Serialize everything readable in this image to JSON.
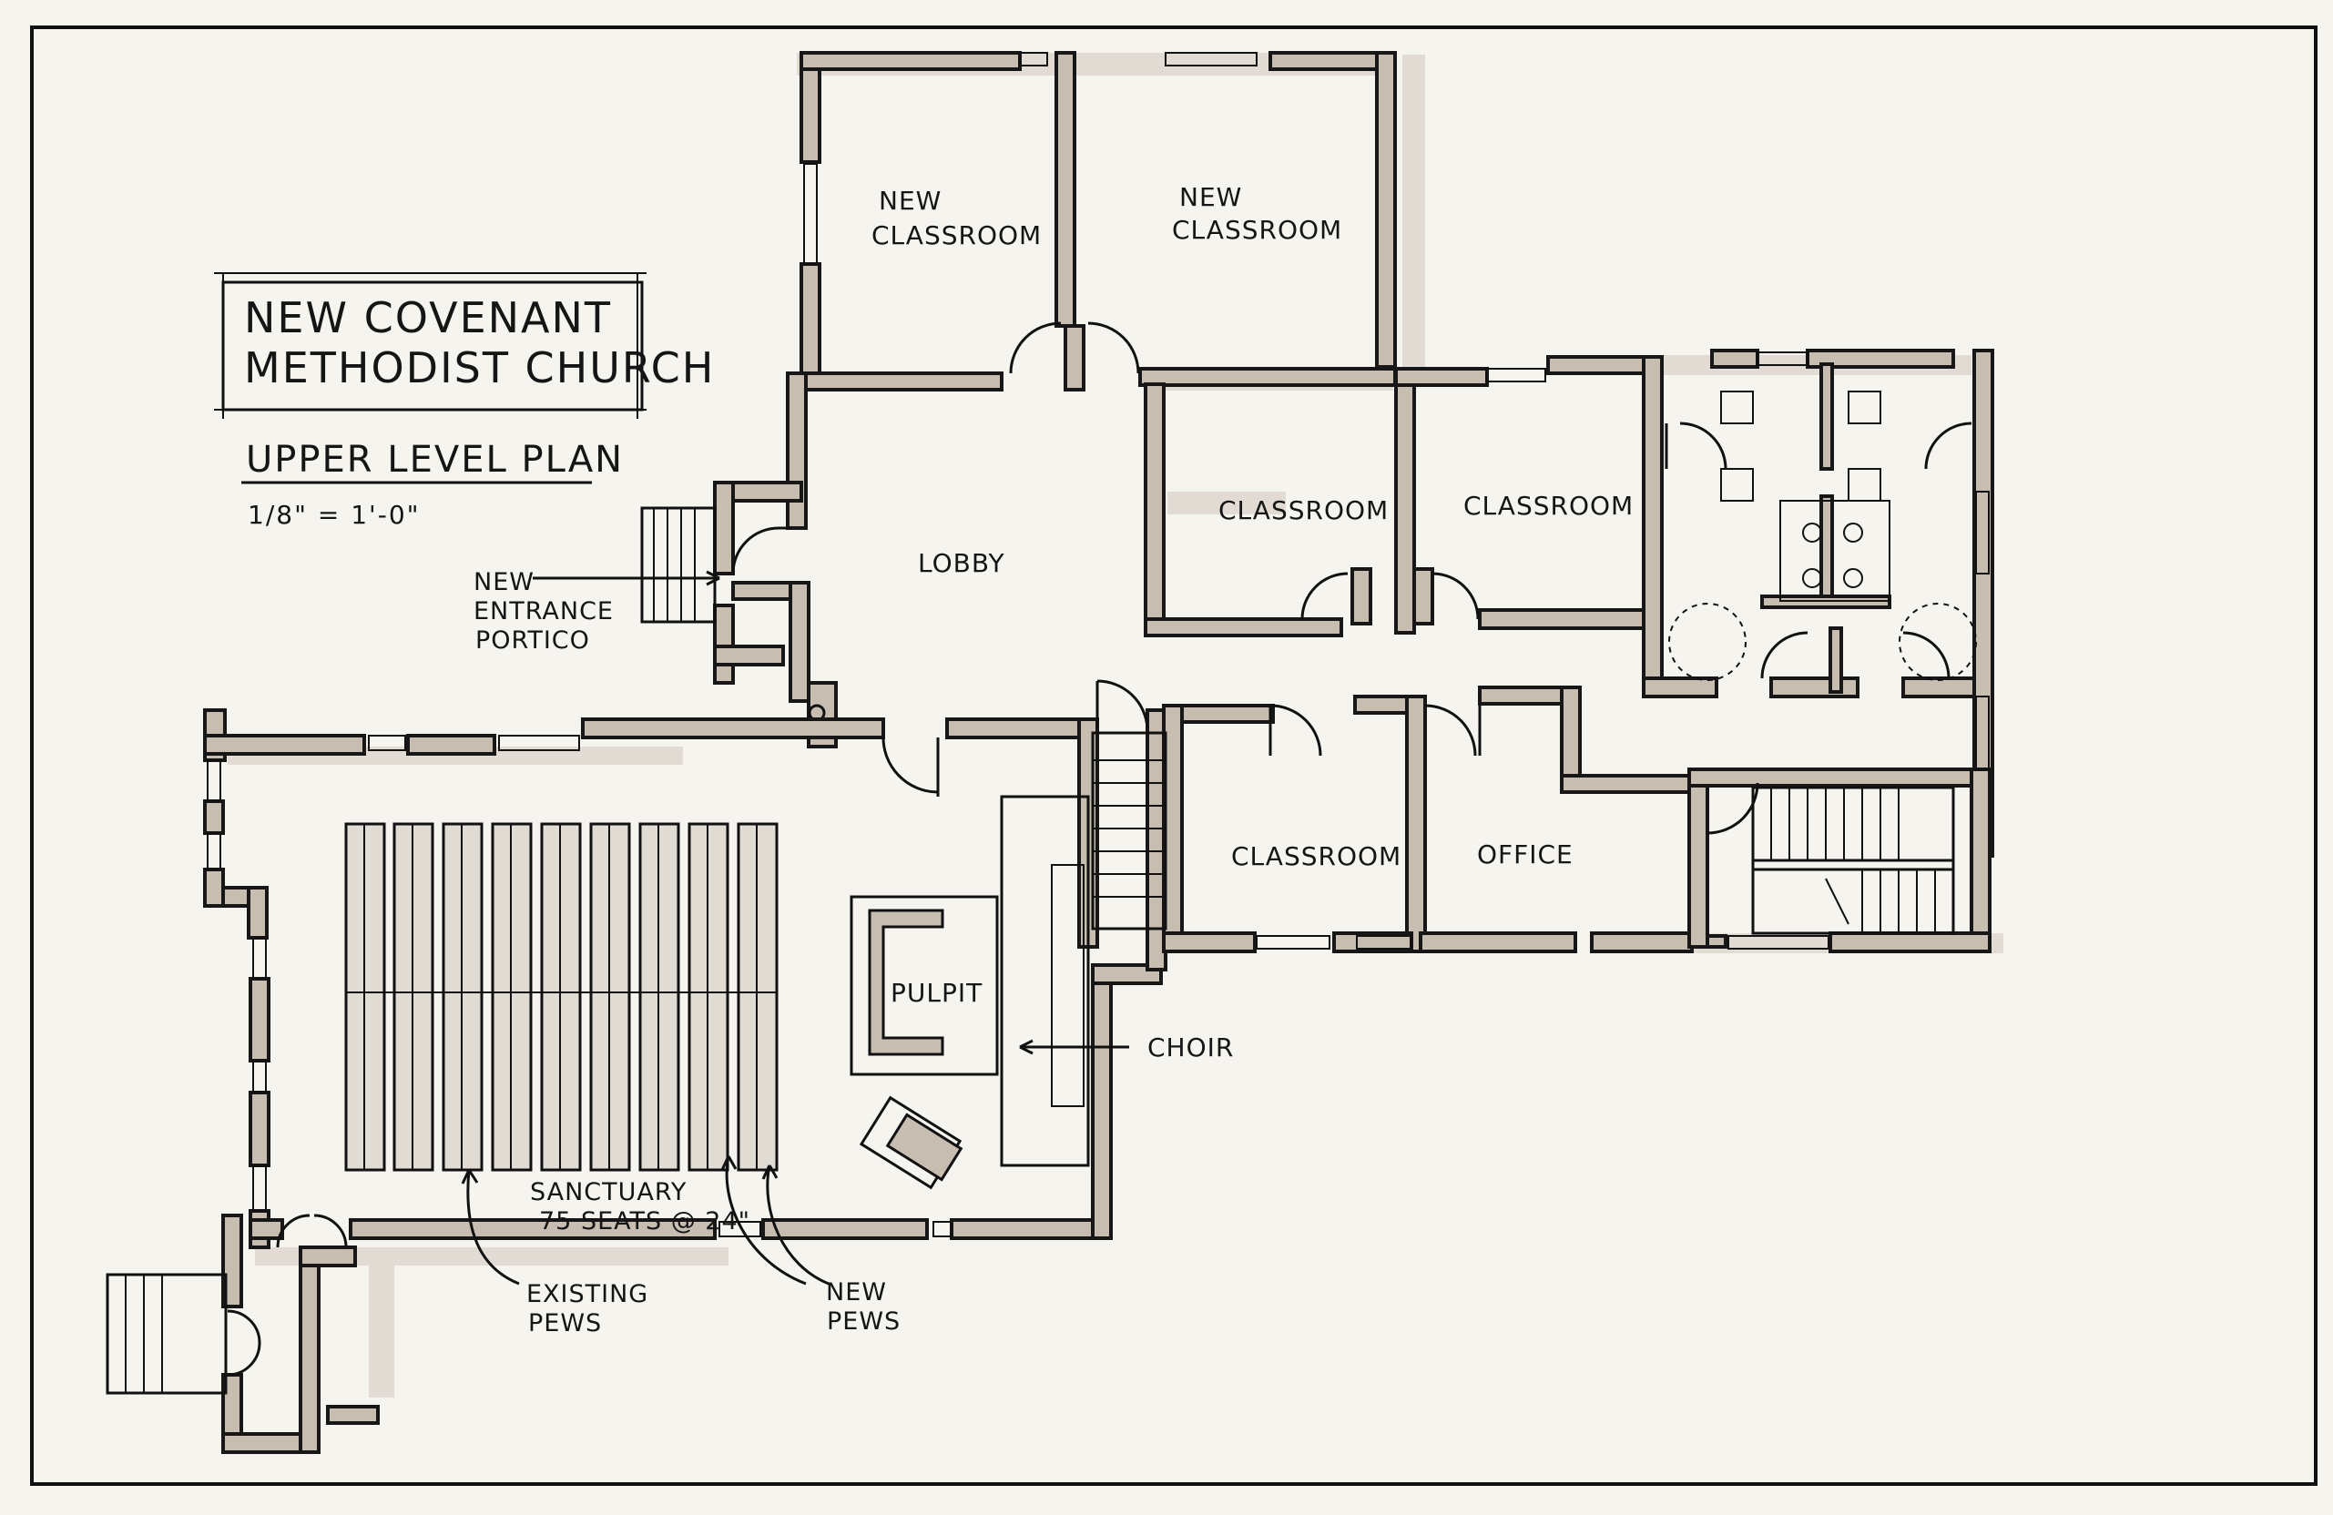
{
  "sheet": {
    "title_line1": "NEW COVENANT",
    "title_line2": "METHODIST CHURCH",
    "plan_title": "UPPER LEVEL PLAN",
    "scale": "1/8\" = 1'-0\""
  },
  "rooms": {
    "new_classroom_left_l1": "NEW",
    "new_classroom_left_l2": "CLASSROOM",
    "new_classroom_right_l1": "NEW",
    "new_classroom_right_l2": "CLASSROOM",
    "lobby": "LOBBY",
    "classroom_upper_left": "CLASSROOM",
    "classroom_upper_right": "CLASSROOM",
    "classroom_lower": "CLASSROOM",
    "office": "OFFICE",
    "pulpit": "PULPIT",
    "choir": "CHOIR",
    "sanctuary_l1": "SANCTUARY",
    "sanctuary_l2": "75 SEATS @ 24\""
  },
  "annotations": {
    "entrance_l1": "NEW",
    "entrance_l2": "ENTRANCE",
    "entrance_l3": "PORTICO",
    "existing_pews_l1": "EXISTING",
    "existing_pews_l2": "PEWS",
    "new_pews_l1": "NEW",
    "new_pews_l2": "PEWS"
  },
  "colors": {
    "paper": "#f5f4ef",
    "wall_fill": "#c7beb1",
    "ink": "#171717"
  }
}
